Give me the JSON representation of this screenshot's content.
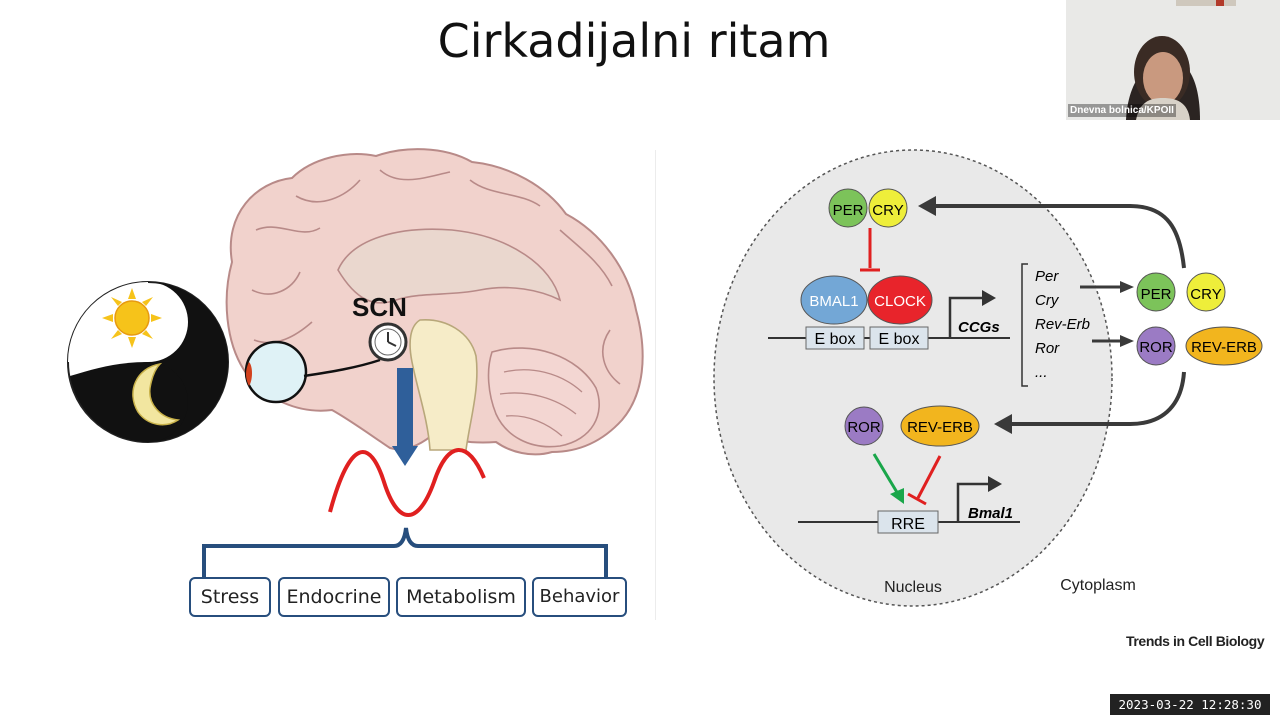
{
  "slide": {
    "title": "Cirkadijalni ritam"
  },
  "webcam": {
    "participant_name": "Dnevna bolnica/KPOII"
  },
  "timestamp": "2023-03-22 12:28:30",
  "left_figure": {
    "scn_label": "SCN",
    "outputs": [
      "Stress",
      "Endocrine",
      "Metabolism",
      "Behavior"
    ]
  },
  "right_figure": {
    "per": "PER",
    "cry": "CRY",
    "bmal1": "BMAL1",
    "clock": "CLOCK",
    "ebox": "E box",
    "ccgs": "CCGs",
    "genes": [
      "Per",
      "Cry",
      "Rev-Erb",
      "Ror",
      "..."
    ],
    "ror": "ROR",
    "rev_erb": "REV-ERB",
    "rre": "RRE",
    "bmal1_gene": "Bmal1",
    "nucleus": "Nucleus",
    "cytoplasm": "Cytoplasm"
  },
  "credit": "Trends in Cell Biology",
  "colors": {
    "per": "#7cc35a",
    "cry": "#eeee3a",
    "bmal1": "#73a7d6",
    "clock": "#e8242b",
    "ror": "#9b7bc4",
    "rev_erb": "#f2b51e",
    "arrow_dark": "#3a3a3a",
    "wave": "#e02020",
    "bracket": "#274e7d"
  }
}
